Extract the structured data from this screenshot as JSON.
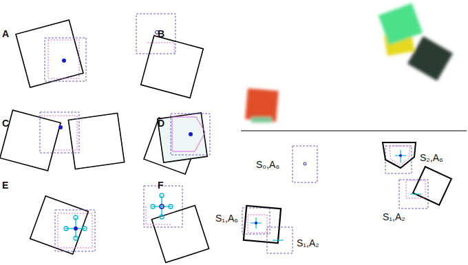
{
  "diagram": {
    "labels": [
      "A",
      "B",
      "C",
      "D",
      "E",
      "F",
      "S₀,A₆",
      "S₂,A₆",
      "S₁,A₆",
      "S₁,A₂",
      "S₁,A₂"
    ]
  }
}
